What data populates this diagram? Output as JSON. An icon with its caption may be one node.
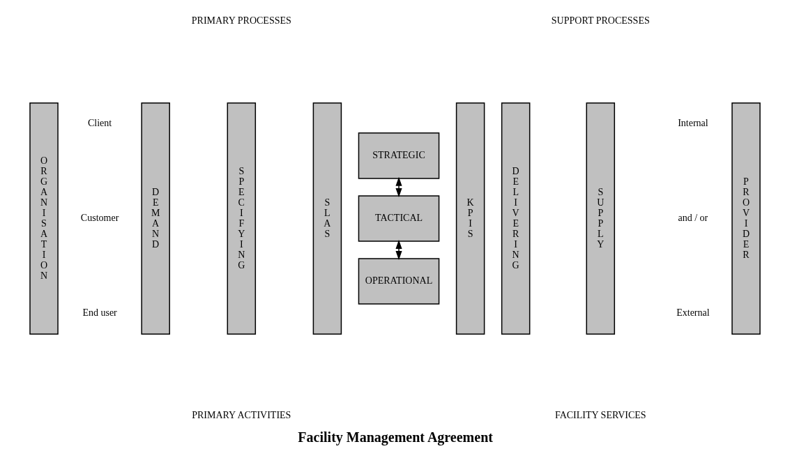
{
  "diagram": {
    "caption": "Facility Management Agreement",
    "nodes": [
      {
        "text": [
          "ORGANISATION"
        ]
      },
      {
        "text": [
          "DEMAND"
        ]
      },
      {
        "text": [
          "SPECIFYING"
        ]
      },
      {
        "text": [
          "SLAS"
        ]
      },
      {
        "text": [
          "STRATEGIC"
        ]
      },
      {
        "text": [
          "TACTICAL"
        ]
      },
      {
        "text": [
          "OPERATIONAL"
        ]
      },
      {
        "text": [
          "KPIS"
        ]
      },
      {
        "text": [
          "DELIVERING"
        ]
      },
      {
        "text": [
          "SUPPLY"
        ]
      },
      {
        "text": [
          "PROVIDER"
        ]
      }
    ],
    "edges": [
      {
        "from": 4,
        "to": 5,
        "arrow": "both"
      },
      {
        "from": 5,
        "to": 6,
        "arrow": "both"
      }
    ],
    "labels": [
      "PRIMARY PROCESSES",
      "SUPPORT PROCESSES",
      "Client",
      "Internal",
      "Customer",
      "and / or",
      "End user",
      "External",
      "PRIMARY ACTIVITIES",
      "FACILITY SERVICES"
    ]
  }
}
